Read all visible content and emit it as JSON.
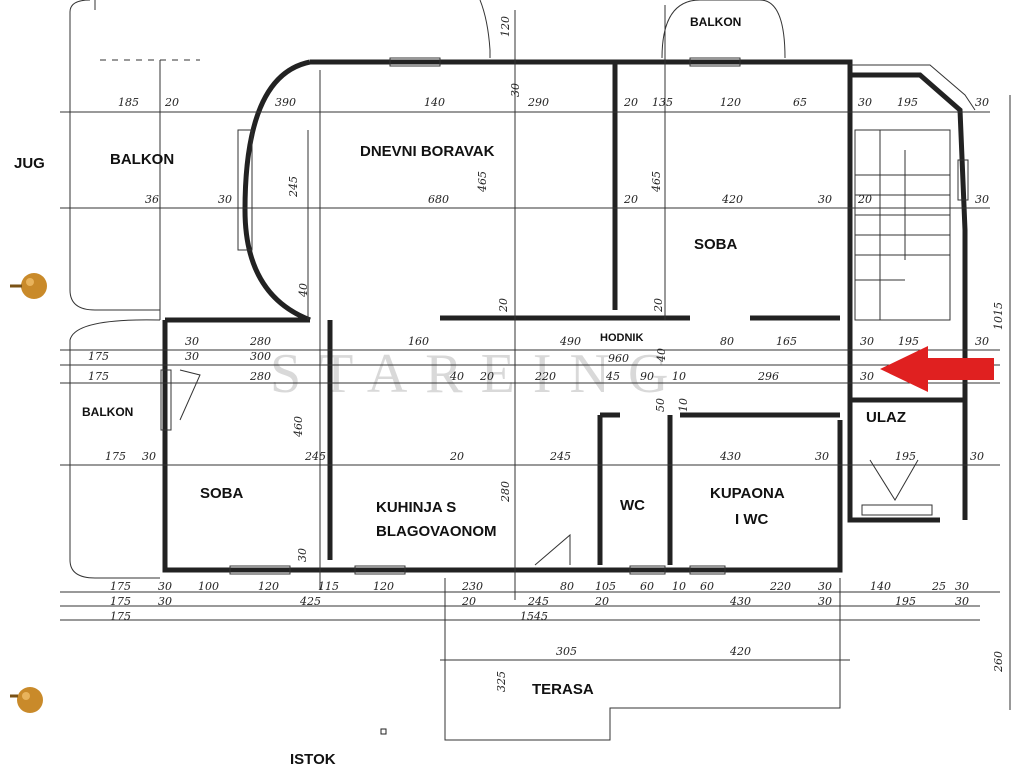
{
  "plan": {
    "rooms": [
      {
        "key": "balkon_top",
        "text": "BALKON"
      },
      {
        "key": "balkon_sw",
        "text": "BALKON"
      },
      {
        "key": "balkon_w",
        "text": "BALKON"
      },
      {
        "key": "dnevni",
        "text": "DNEVNI BORAVAK"
      },
      {
        "key": "soba_ne",
        "text": "SOBA"
      },
      {
        "key": "hodnik",
        "text": "HODNIK"
      },
      {
        "key": "ulaz",
        "text": "ULAZ"
      },
      {
        "key": "soba_sw",
        "text": "SOBA"
      },
      {
        "key": "kuhinja1",
        "text": "KUHINJA S"
      },
      {
        "key": "kuhinja2",
        "text": "BLAGOVAONOM"
      },
      {
        "key": "wc",
        "text": "WC"
      },
      {
        "key": "kupaona1",
        "text": "KUPAONA"
      },
      {
        "key": "kupaona2",
        "text": "I WC"
      },
      {
        "key": "terasa",
        "text": "TERASA"
      }
    ],
    "compass": {
      "south": "JUG",
      "east": "ISTOK"
    },
    "watermark": "STAREING",
    "dimensions": [
      "185",
      "20",
      "390",
      "140",
      "290",
      "20",
      "135",
      "120",
      "65",
      "30",
      "195",
      "30",
      "36",
      "30",
      "680",
      "20",
      "420",
      "30",
      "20",
      "30",
      "245",
      "465",
      "465",
      "120",
      "30",
      "40",
      "20",
      "20",
      "40",
      "1015",
      "30",
      "280",
      "160",
      "490",
      "80",
      "165",
      "30",
      "195",
      "30",
      "175",
      "30",
      "300",
      "960",
      "175",
      "280",
      "40",
      "20",
      "220",
      "45",
      "90",
      "10",
      "296",
      "30",
      "175",
      "30",
      "245",
      "20",
      "245",
      "430",
      "30",
      "195",
      "30",
      "460",
      "280",
      "30",
      "50",
      "10",
      "175",
      "30",
      "100",
      "120",
      "115",
      "120",
      "230",
      "80",
      "105",
      "60",
      "10",
      "60",
      "220",
      "30",
      "140",
      "25",
      "30",
      "175",
      "30",
      "425",
      "20",
      "245",
      "20",
      "430",
      "30",
      "195",
      "30",
      "175",
      "1545",
      "305",
      "420",
      "325",
      "260"
    ]
  },
  "colors": {
    "arrow": "#e02020",
    "line": "#222222",
    "pin": "#c98a2a"
  }
}
